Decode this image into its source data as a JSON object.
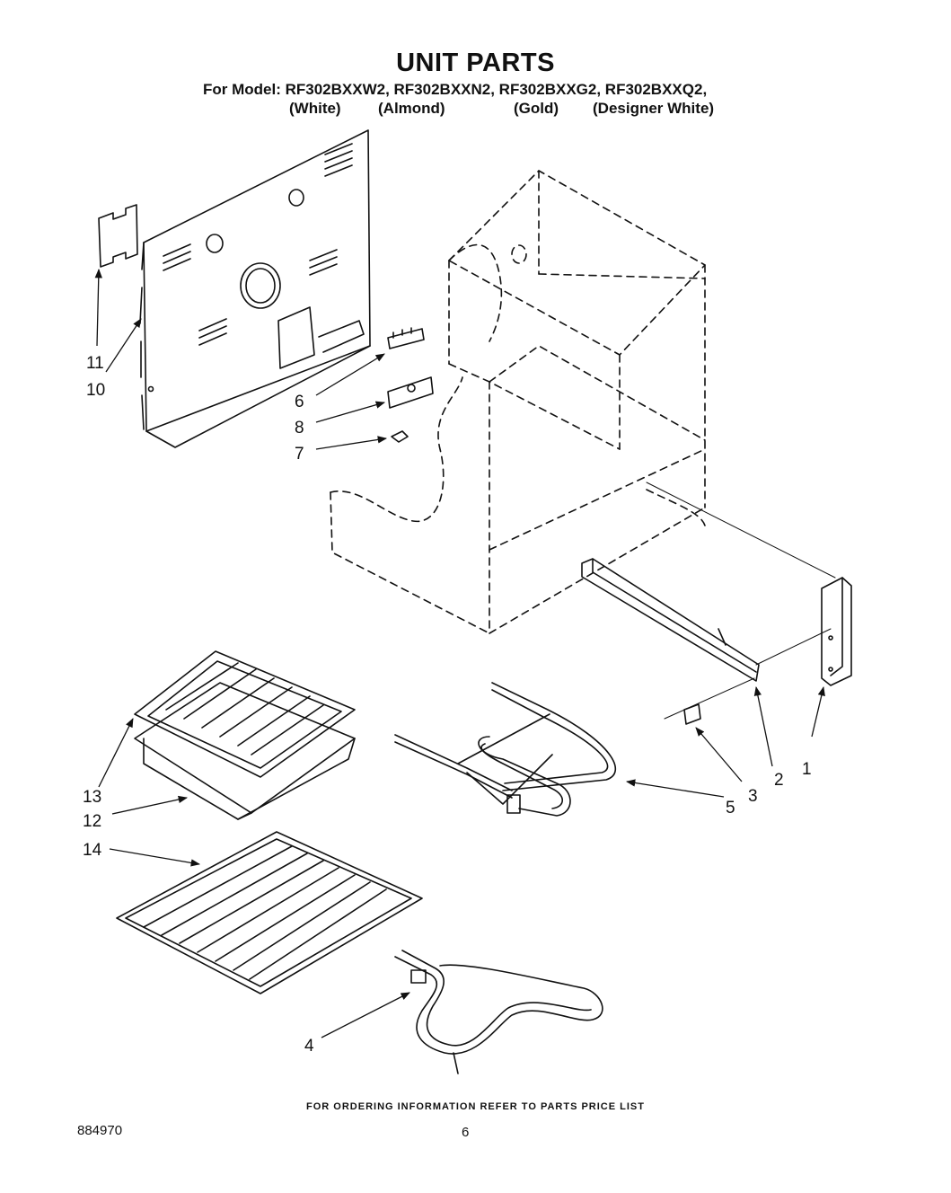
{
  "header": {
    "title": "UNIT PARTS",
    "models_line": "For Model: RF302BXXW2, RF302BXXN2, RF302BXXG2, RF302BXXQ2,",
    "colors": [
      "(White)",
      "(Almond)",
      "(Gold)",
      "(Designer White)"
    ]
  },
  "callouts": [
    {
      "number": "1",
      "part": "side-trim"
    },
    {
      "number": "2",
      "part": "trim-rail"
    },
    {
      "number": "3",
      "part": "clip"
    },
    {
      "number": "4",
      "part": "bake-element"
    },
    {
      "number": "5",
      "part": "broil-element"
    },
    {
      "number": "6",
      "part": "terminal-block"
    },
    {
      "number": "7",
      "part": "clip-small"
    },
    {
      "number": "8",
      "part": "bracket"
    },
    {
      "number": "10",
      "part": "back-panel"
    },
    {
      "number": "11",
      "part": "cover-plate"
    },
    {
      "number": "12",
      "part": "broiler-pan"
    },
    {
      "number": "13",
      "part": "broiler-grid"
    },
    {
      "number": "14",
      "part": "oven-rack"
    }
  ],
  "footer": {
    "ordering_note": "FOR ORDERING INFORMATION REFER TO PARTS PRICE LIST",
    "document_number": "884970",
    "page_number": "6"
  }
}
